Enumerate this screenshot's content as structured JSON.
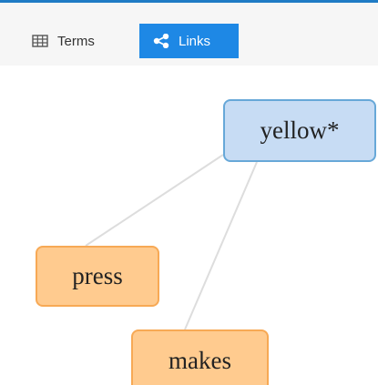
{
  "toolbar": {
    "tabs": [
      {
        "label": "Terms",
        "icon": "table-icon",
        "active": false
      },
      {
        "label": "Links",
        "icon": "share-icon",
        "active": true
      }
    ]
  },
  "graph": {
    "nodes": [
      {
        "label": "yellow*",
        "kind": "source"
      },
      {
        "label": "press",
        "kind": "target"
      },
      {
        "label": "makes",
        "kind": "target"
      }
    ],
    "links": [
      {
        "from": "yellow*",
        "to": "press"
      },
      {
        "from": "yellow*",
        "to": "makes"
      }
    ]
  },
  "colors": {
    "accent": "#1e88e5",
    "topbar_border": "#1f7bc5",
    "toolbar_bg": "#f6f6f6",
    "node_blue_bg": "#c7dcf4",
    "node_blue_border": "#67a8d8",
    "node_orange_bg": "#ffcb8f",
    "node_orange_border": "#f7a955",
    "link": "#dddddd"
  }
}
